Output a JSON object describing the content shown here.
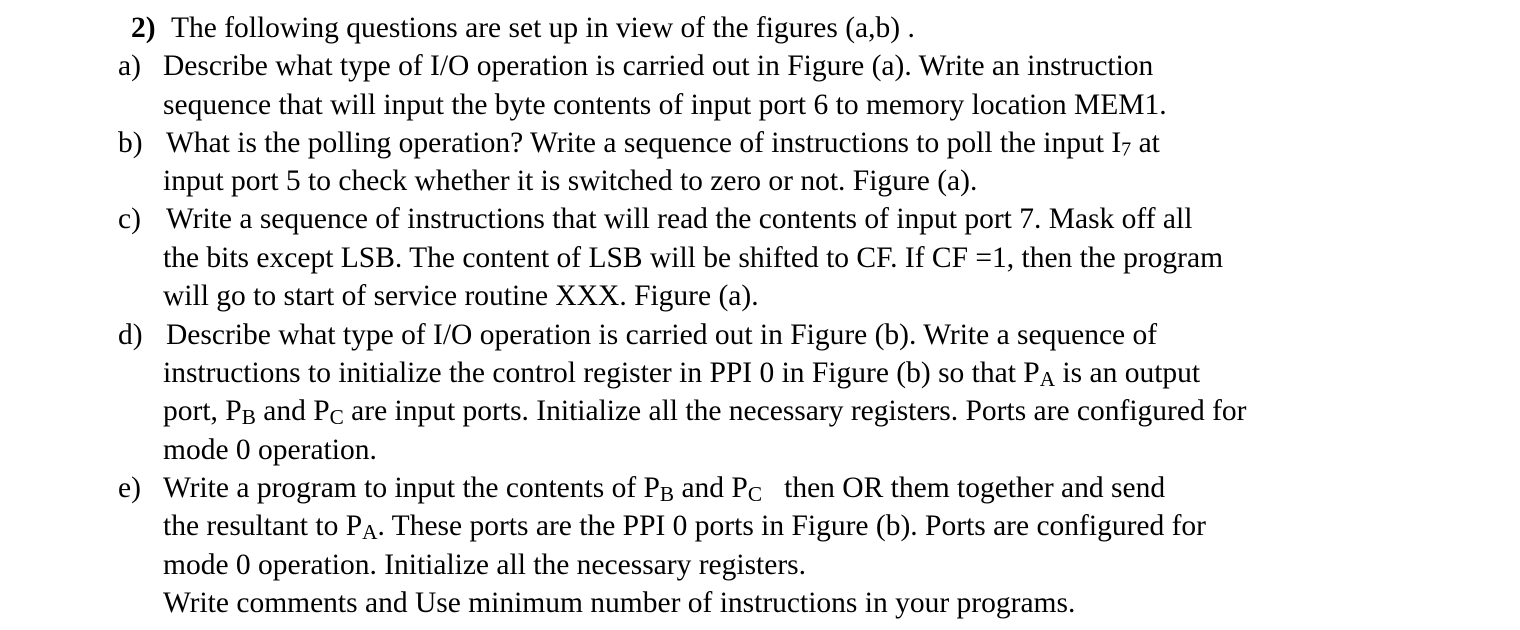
{
  "question": {
    "number": "2)",
    "intro": "The   following questions are set up in view of the figures (a,b) .",
    "parts": {
      "a": {
        "marker": "a)",
        "line1": "Describe what type of I/O operation is carried out in Figure (a). Write an instruction",
        "line2": "sequence that will input the byte contents of input port 6 to memory location MEM1."
      },
      "b": {
        "marker": "b)",
        "line1_pre": "What is the polling operation?  Write a sequence of instructions to poll the input I",
        "line1_sub": "7",
        "line1_post": " at",
        "line2": "input port 5 to check whether it is switched to zero or not.  Figure (a)."
      },
      "c": {
        "marker": "c)",
        "line1": " Write a sequence of instructions that will read the contents of input port 7. Mask off all",
        "line2": "the bits except LSB. The content of LSB will be shifted to CF. If CF =1, then the program",
        "line3": "will go to start of service routine XXX.  Figure (a)."
      },
      "d": {
        "marker": "d)",
        "line1": "Describe what type of I/O operation is carried out in Figure (b). Write a   sequence of",
        "line2_pre": "instructions to initialize the control register in PPI 0 in Figure (b) so that P",
        "line2_sub": "A",
        "line2_post": " is an output",
        "line3_a": "port, P",
        "line3_sub1": "B",
        "line3_b": " and P",
        "line3_sub2": "C",
        "line3_c": " are input ports. Initialize all the necessary registers. Ports are configured for",
        "line4": "mode 0 operation."
      },
      "e": {
        "marker": "e)",
        "line1_a": "Write a program to input the contents of P",
        "line1_sub1": "B",
        "line1_b": " and P",
        "line1_sub2": "C",
        "line1_c": "   then OR them together and send",
        "line2_a": "the resultant to P",
        "line2_sub": "A",
        "line2_b": ". These ports are the PPI  0 ports in Figure (b).  Ports are configured for",
        "line3": "mode 0 operation. Initialize all the necessary registers.",
        "line4": "Write comments and Use minimum number of instructions in your programs."
      }
    }
  }
}
